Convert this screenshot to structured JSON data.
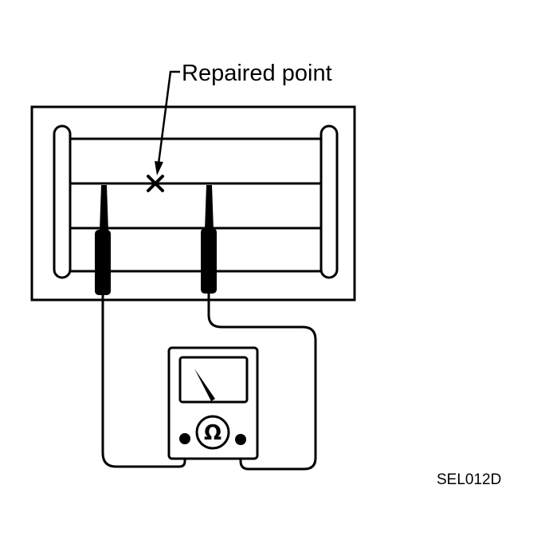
{
  "callout": {
    "label": "Repaired point"
  },
  "figure_code": "SEL012D",
  "meter": {
    "symbol": "Ω",
    "symbol_name": "ohm-icon"
  },
  "colors": {
    "ink": "#000000",
    "paper": "#ffffff"
  }
}
